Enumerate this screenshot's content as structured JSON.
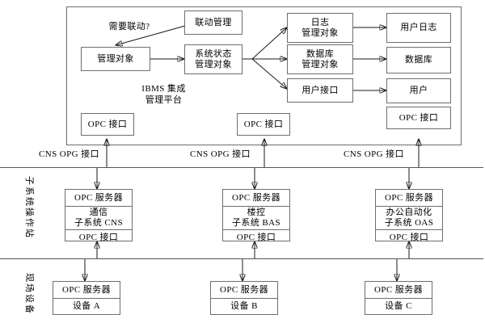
{
  "diagram": {
    "title_platform": {
      "line1": "IBMS 集成",
      "line2": "管理平台"
    },
    "condition_label": "需要联动?",
    "side_labels": {
      "subsystem": "子系统操作站",
      "field": "现场设备"
    },
    "bus_labels": {
      "left": "CNS  OPG 接口",
      "middle": "CNS  OPG 接口",
      "right": "CNS  OPG 接口"
    },
    "ibms_boxes": {
      "linkage_mgmt": "联动管理",
      "managed_object": "管理对象",
      "system_state_l1": "系统状态",
      "system_state_l2": "管理对象",
      "log_mgmt_l1": "日志",
      "log_mgmt_l2": "管理对象",
      "db_mgmt_l1": "数据库",
      "db_mgmt_l2": "管理对象",
      "user_interface": "用户接口",
      "user_log": "用户日志",
      "database": "数据库",
      "user": "用户",
      "opc_if_left": "OPC 接口",
      "opc_if_mid": "OPC 接口",
      "opc_if_right": "OPC 接口",
      "opc_if_far_right": "OPC 接口"
    },
    "subsystems": [
      {
        "server": "OPC 服务器",
        "name_l1": "通信",
        "name_l2": "子系统 CNS",
        "interface": "OPC 接口"
      },
      {
        "server": "OPC 服务器",
        "name_l1": "楼控",
        "name_l2": "子系统 BAS",
        "interface": "OPC 接口"
      },
      {
        "server": "OPC 服务器",
        "name_l1": "办公自动化",
        "name_l2": "子系统 OAS",
        "interface": "OPC 接口"
      }
    ],
    "devices": [
      {
        "server": "OPC 服务器",
        "name": "设备 A"
      },
      {
        "server": "OPC 服务器",
        "name": "设备 B"
      },
      {
        "server": "OPC 服务器",
        "name": "设备 C"
      }
    ],
    "colors": {
      "border": "#6e6e6e",
      "line": "#1a1a1a",
      "background": "#ffffff"
    }
  }
}
